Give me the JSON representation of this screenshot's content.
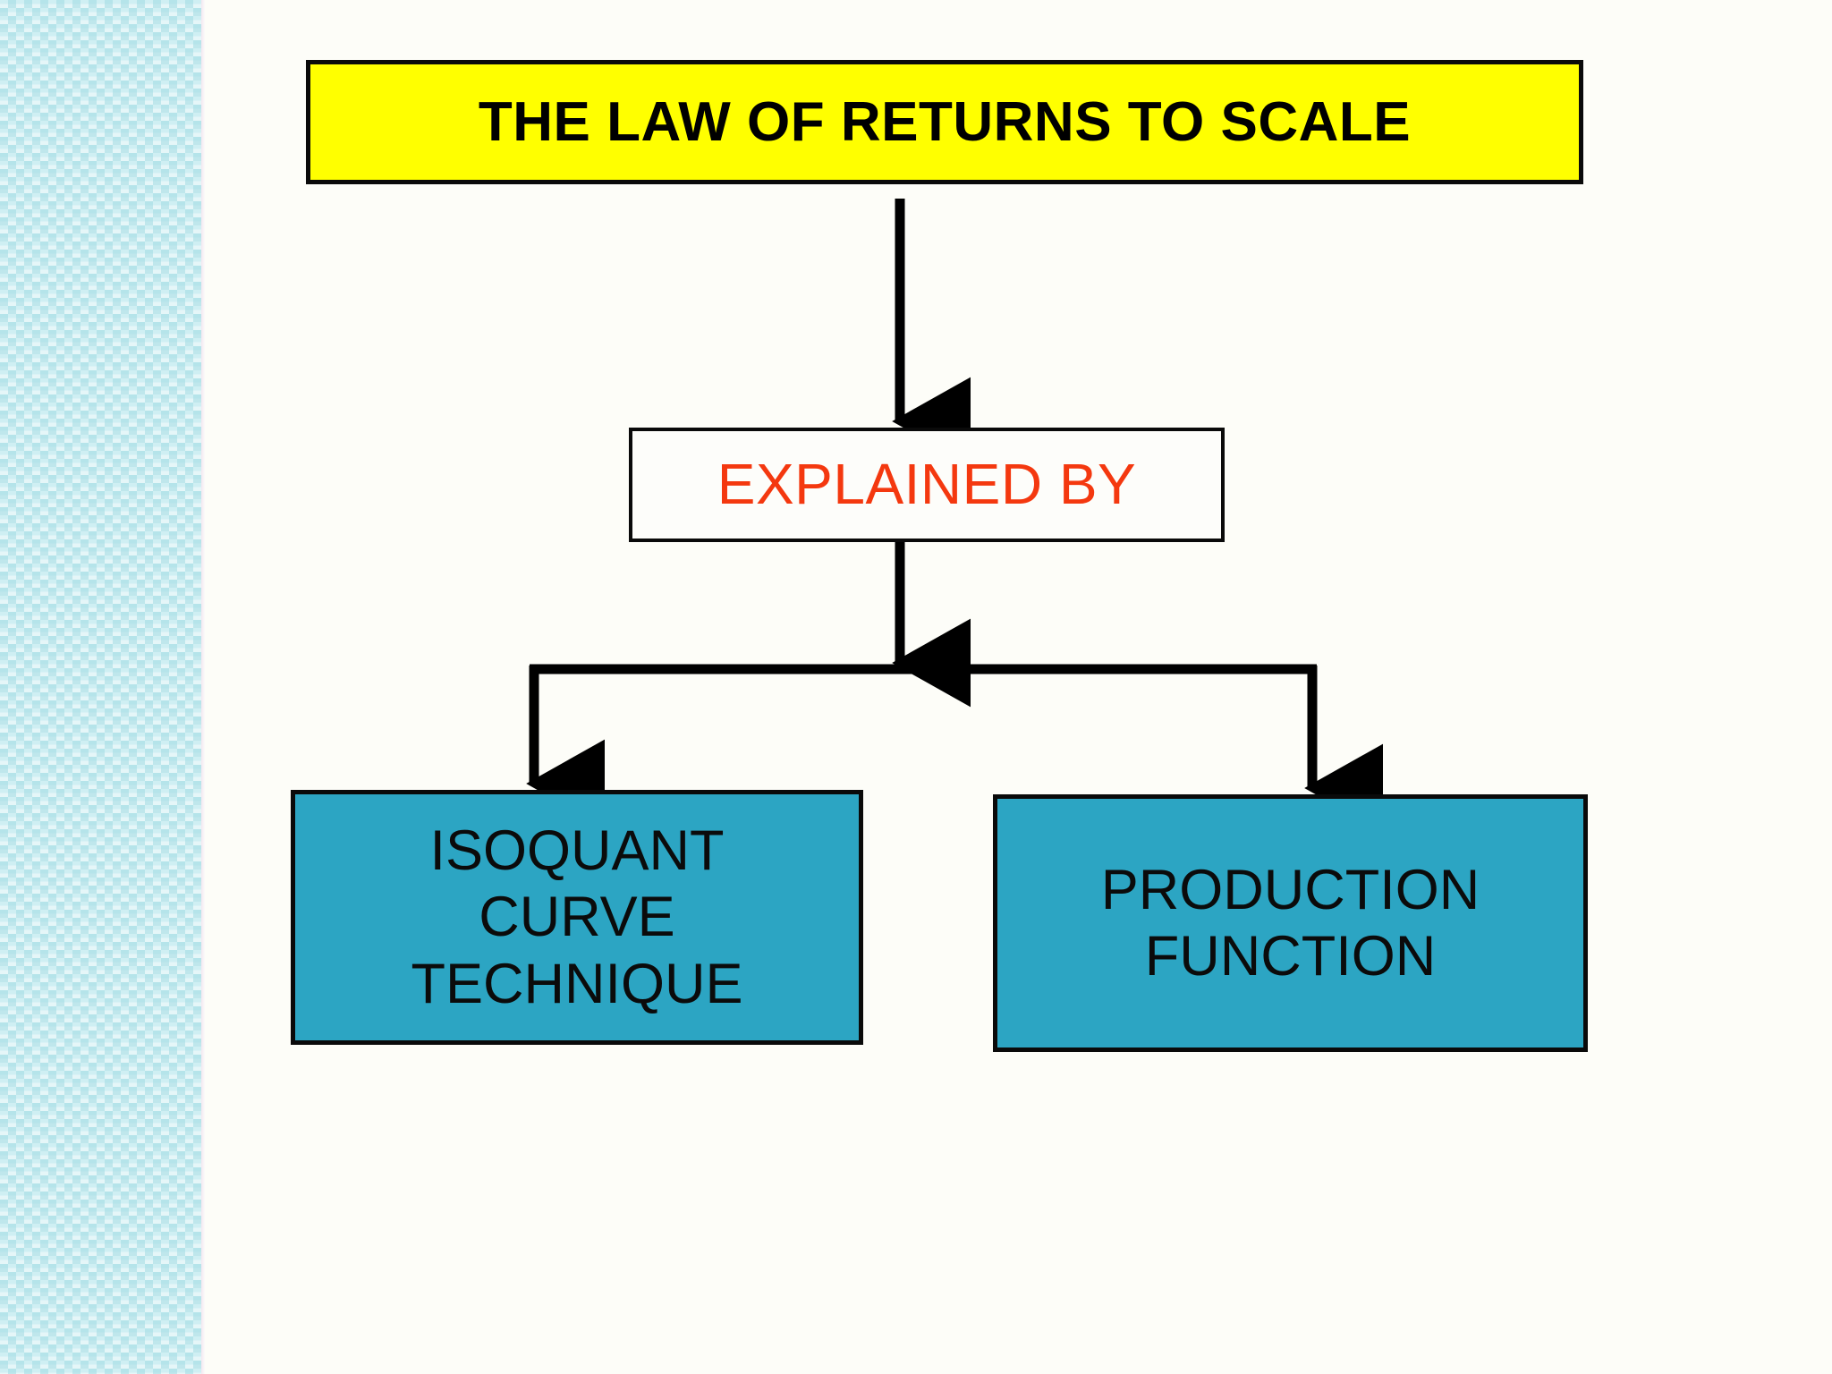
{
  "slide": {
    "background_color": "#FDFDF8",
    "sidebar_color": "#CFEFF3"
  },
  "diagram": {
    "type": "flowchart",
    "title_node": {
      "label": "THE LAW OF RETURNS TO SCALE",
      "fill": "#FFFF00",
      "text_color": "#000000"
    },
    "middle_node": {
      "label": "EXPLAINED BY",
      "fill": "#FDFDFA",
      "text_color": "#F4380F"
    },
    "branch_nodes": [
      {
        "label": "ISOQUANT\nCURVE\nTECHNIQUE",
        "fill": "#2CA5C3",
        "text_color": "#0B0B0B"
      },
      {
        "label": "PRODUCTION\nFUNCTION",
        "fill": "#2CA5C3",
        "text_color": "#0B0B0B"
      }
    ],
    "connectors": [
      {
        "name": "title-to-explained",
        "style": "straight-arrow-down"
      },
      {
        "name": "explained-to-split",
        "style": "straight-arrow-down"
      },
      {
        "name": "split-to-isoquant",
        "style": "elbow-arrow-down-left"
      },
      {
        "name": "split-to-production",
        "style": "elbow-arrow-down-right"
      }
    ]
  }
}
